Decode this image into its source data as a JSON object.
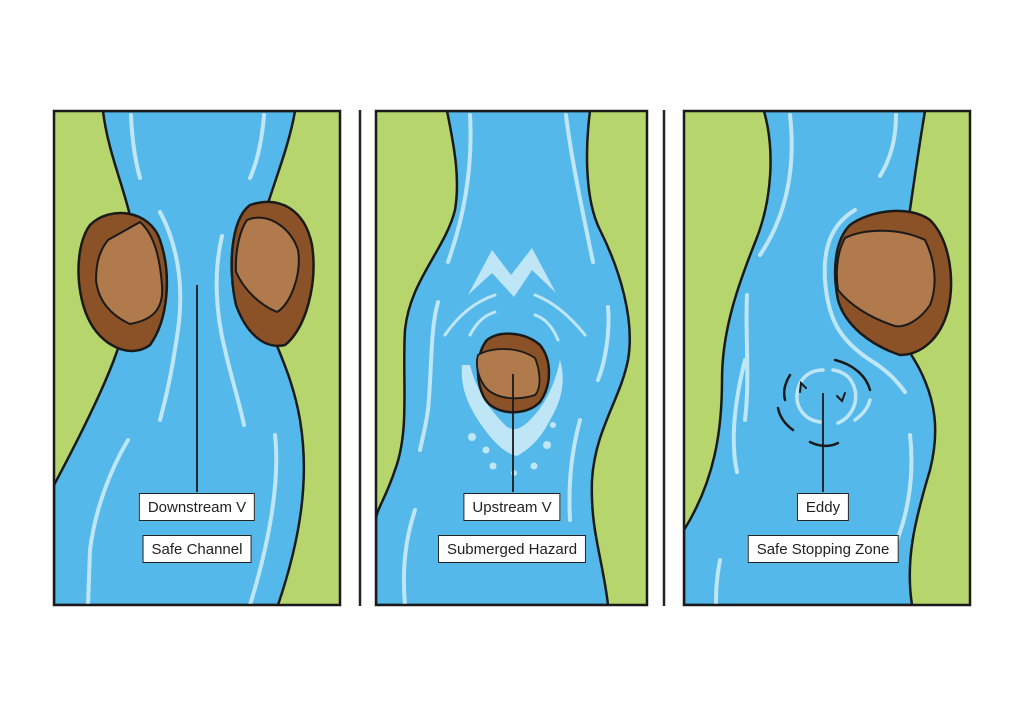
{
  "colors": {
    "grass": "#b6d56c",
    "water": "#54b9ea",
    "current": "#bfe6f7",
    "rock_dark": "#8b5227",
    "rock_light": "#b07a4c",
    "outline": "#1a1a1a"
  },
  "panels": [
    {
      "id": "downstream-v",
      "labels": {
        "primary": "Downstream V",
        "secondary": "Safe Channel"
      }
    },
    {
      "id": "upstream-v",
      "labels": {
        "primary": "Upstream V",
        "secondary": "Submerged Hazard"
      }
    },
    {
      "id": "eddy",
      "labels": {
        "primary": "Eddy",
        "secondary": "Safe Stopping Zone"
      }
    }
  ]
}
